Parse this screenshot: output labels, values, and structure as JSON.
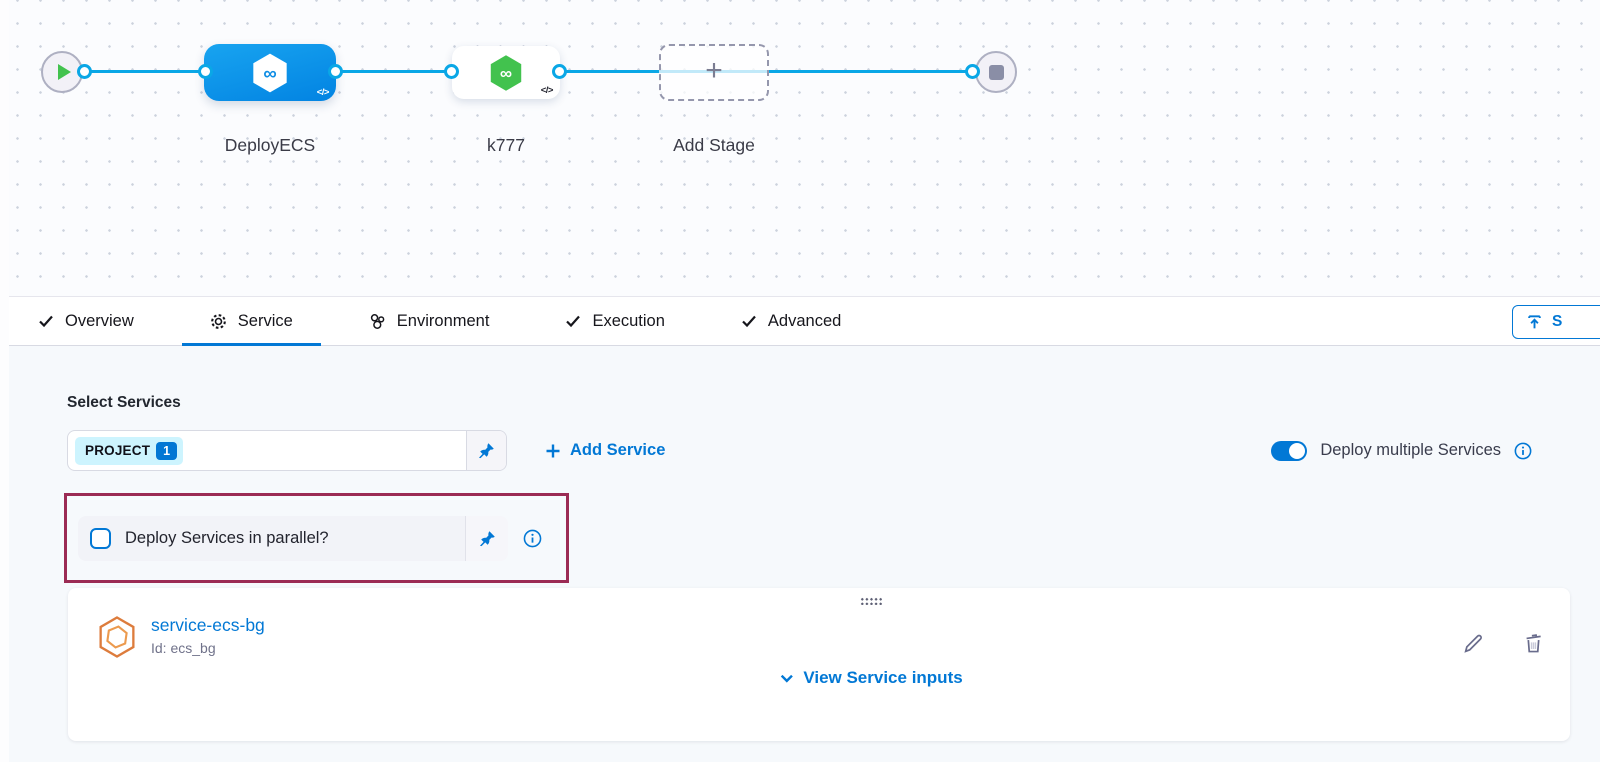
{
  "canvas": {
    "stages": [
      {
        "name": "DeployECS"
      },
      {
        "name": "k777"
      }
    ],
    "add_stage_label": "Add Stage",
    "code_badge": "</>"
  },
  "tabs": {
    "items": [
      {
        "label": "Overview",
        "icon": "check"
      },
      {
        "label": "Service",
        "icon": "gear",
        "active": true
      },
      {
        "label": "Environment",
        "icon": "environment"
      },
      {
        "label": "Execution",
        "icon": "check"
      },
      {
        "label": "Advanced",
        "icon": "check"
      }
    ],
    "save_button_label": "S"
  },
  "service_tab": {
    "select_services_label": "Select Services",
    "service_tag": {
      "text": "PROJECT",
      "count": "1"
    },
    "add_service_label": "Add Service",
    "deploy_multiple_toggle": {
      "label": "Deploy multiple Services",
      "state": "on"
    },
    "parallel_checkbox": {
      "label": "Deploy Services in parallel?",
      "checked": false
    },
    "service_card": {
      "name": "service-ecs-bg",
      "id_label": "Id: ecs_bg",
      "view_inputs_label": "View Service inputs"
    }
  },
  "colors": {
    "primary_blue": "#0278d5",
    "connector_blue": "#0aa7e6",
    "stage_blue": "#0283e2",
    "harness_green": "#42c24e",
    "annotation_maroon": "#9b2b54",
    "tag_cyan": "#cdf4fe",
    "service_icon_orange": "#dd7c3c"
  }
}
